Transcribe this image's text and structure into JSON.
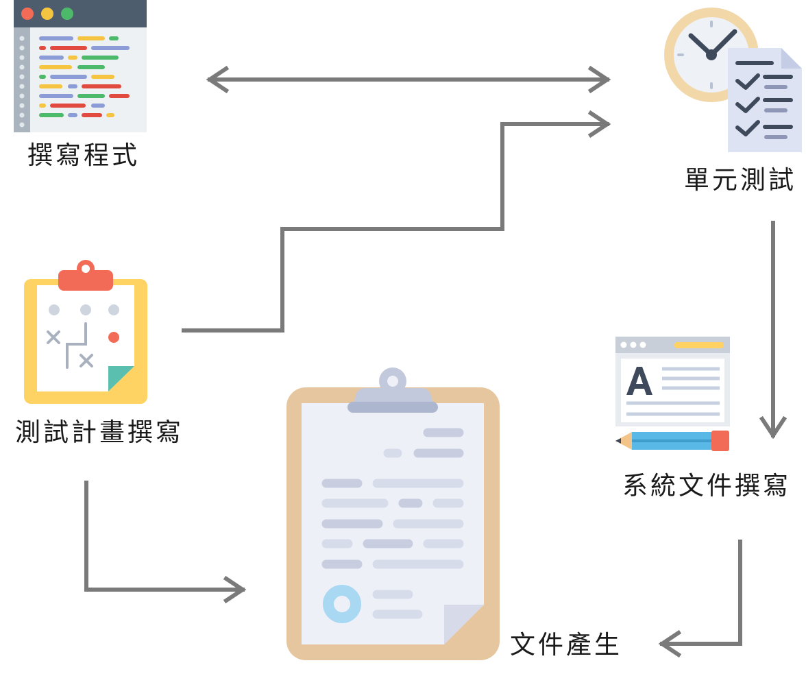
{
  "colors": {
    "arrow": "#7a7a7a",
    "code_window_bar": "#4e5d6e",
    "clock_ring": "#f2d7a8",
    "clipboard_yellow": "#ffd264",
    "clip_red": "#f26b57",
    "doc_board": "#e6c69e",
    "pencil_blue": "#5ab8e6"
  },
  "nodes": {
    "coding": {
      "label": "撰寫程式",
      "icon": "code-editor-icon"
    },
    "unit_test": {
      "label": "單元測試",
      "icon": "clock-checklist-icon"
    },
    "test_plan": {
      "label": "測試計畫撰寫",
      "icon": "strategy-clipboard-icon"
    },
    "system_doc": {
      "label": "系統文件撰寫",
      "icon": "document-pencil-icon"
    },
    "doc_generation": {
      "label": "文件產生",
      "icon": "clipboard-document-icon"
    }
  },
  "edges": [
    {
      "from": "coding",
      "to": "unit_test",
      "direction": "bidirectional"
    },
    {
      "from": "test_plan",
      "to": "unit_test",
      "direction": "forward"
    },
    {
      "from": "unit_test",
      "to": "system_doc",
      "direction": "forward"
    },
    {
      "from": "system_doc",
      "to": "doc_generation",
      "direction": "forward"
    },
    {
      "from": "test_plan",
      "to": "doc_generation",
      "direction": "forward"
    }
  ]
}
